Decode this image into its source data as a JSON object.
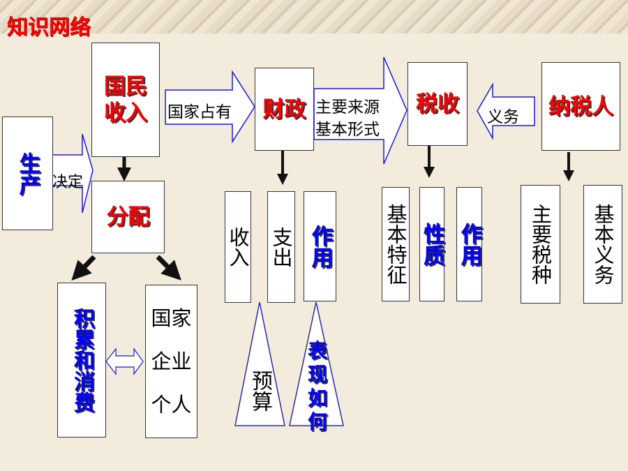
{
  "title": "知识网络",
  "nodes": {
    "production": "生产",
    "national_income": "国民收入",
    "distribution": "分配",
    "finance": "财政",
    "tax": "税收",
    "taxpayer": "纳税人",
    "finance_income": "收入",
    "finance_expense": "支出",
    "finance_role": "作用",
    "tax_features": "基本特征",
    "tax_nature": "性质",
    "tax_role": "作用",
    "main_taxes": "主要税种",
    "basic_duty": "基本义务",
    "accumulation_consumption": "积累和消费",
    "state_enterprise_individual": "国家企业个人",
    "budget": "预算",
    "manifestation": "表现如何"
  },
  "arrows": {
    "decides": "决定",
    "state_owns": "国家占有",
    "main_source": "主要来源",
    "basic_form": "基本形式",
    "duty": "义务"
  },
  "colors": {
    "red": "#ff0000",
    "blue": "#0000ff",
    "arrow_outline": "#1a1acc"
  }
}
